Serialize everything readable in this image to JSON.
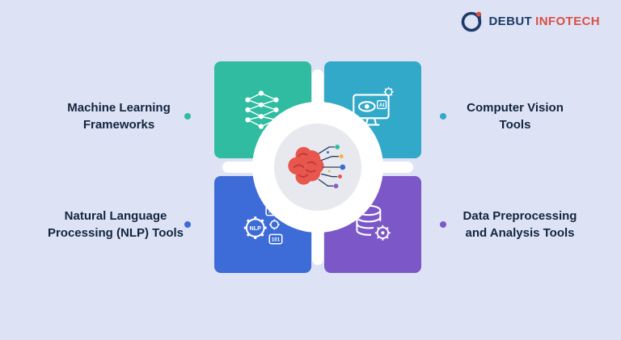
{
  "background_color": "#dde3f4",
  "logo": {
    "mark_letter": "d",
    "name_primary": "DEBUT",
    "name_secondary": "INFOTECH",
    "primary_color": "#1e3a68",
    "secondary_color": "#d95045"
  },
  "diagram": {
    "center_icon": "ai-brain-icon",
    "items": [
      {
        "id": "ml",
        "position": "top-left",
        "line1": "Machine Learning",
        "line2": "Frameworks",
        "color": "#2fbca0",
        "icon": "neural-network-icon"
      },
      {
        "id": "cv",
        "position": "top-right",
        "line1": "Computer Vision",
        "line2": "Tools",
        "color": "#33a9c9",
        "icon": "computer-vision-icon"
      },
      {
        "id": "nlp",
        "position": "bottom-left",
        "line1": "Natural Language",
        "line2": "Processing (NLP) Tools",
        "color": "#3d6bd7",
        "icon": "nlp-gears-icon"
      },
      {
        "id": "data",
        "position": "bottom-right",
        "line1": "Data Preprocessing",
        "line2": "and Analysis Tools",
        "color": "#7c57c8",
        "icon": "database-gear-icon"
      }
    ],
    "icon_texts": {
      "cv_badge": "AI",
      "nlp_gear": "NLP",
      "nlp_tag_top": "XYZ",
      "nlp_tag_bottom": "101"
    },
    "text_color": "#132440",
    "center_circle_color": "#ffffff",
    "center_inner_circle_color": "#e8e9ef",
    "brain_color": "#e8564e"
  }
}
